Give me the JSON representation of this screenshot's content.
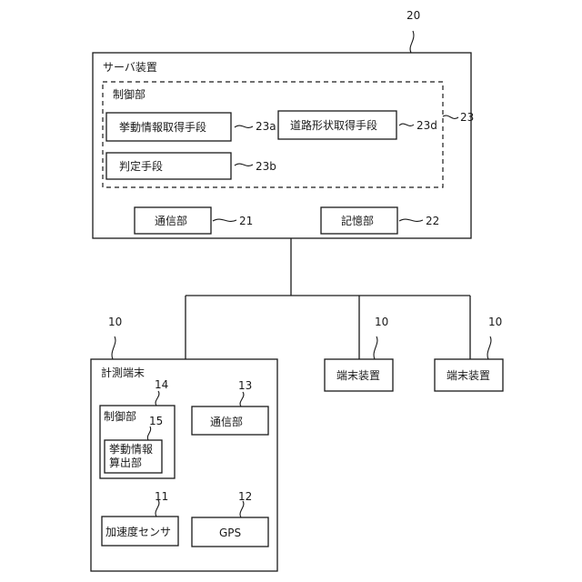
{
  "server": {
    "ref": "20",
    "title": "サーバ装置",
    "control": {
      "ref": "23",
      "title": "制御部",
      "behavior_acquire": {
        "label": "挙動情報取得手段",
        "ref": "23a"
      },
      "road_shape_acquire": {
        "label": "道路形状取得手段",
        "ref": "23d"
      },
      "judge": {
        "label": "判定手段",
        "ref": "23b"
      }
    },
    "comm": {
      "label": "通信部",
      "ref": "21"
    },
    "storage": {
      "label": "記憶部",
      "ref": "22"
    }
  },
  "measuring_terminal": {
    "ref": "10",
    "title": "計測端末",
    "control": {
      "ref": "14",
      "title": "制御部",
      "behavior_calc": {
        "ref": "15",
        "line1": "挙動情報",
        "line2": "算出部"
      }
    },
    "comm": {
      "label": "通信部",
      "ref": "13"
    },
    "accel": {
      "label": "加速度センサ",
      "ref": "11"
    },
    "gps": {
      "label": "GPS",
      "ref": "12"
    }
  },
  "terminal_a": {
    "label": "端末装置",
    "ref": "10"
  },
  "terminal_b": {
    "label": "端末装置",
    "ref": "10"
  }
}
